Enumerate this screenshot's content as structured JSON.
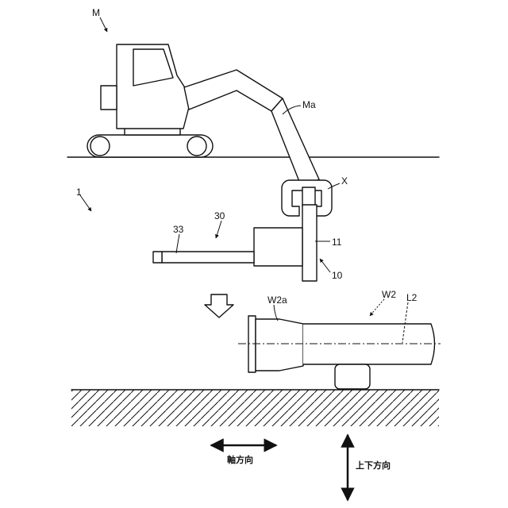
{
  "labels": {
    "machine": "M",
    "arm": "Ma",
    "attachment_x": "X",
    "system": "1",
    "device": "30",
    "rod": "33",
    "part_11": "11",
    "unit_10": "10",
    "pipe_end": "W2a",
    "pipe": "W2",
    "axis_line": "L2"
  },
  "directions": {
    "axial": "軸方向",
    "vertical": "上下方向"
  },
  "colors": {
    "line": "#111111",
    "background": "#ffffff"
  },
  "icons": [
    "axial-double-arrow-icon",
    "vertical-double-arrow-icon",
    "down-arrow-icon"
  ]
}
